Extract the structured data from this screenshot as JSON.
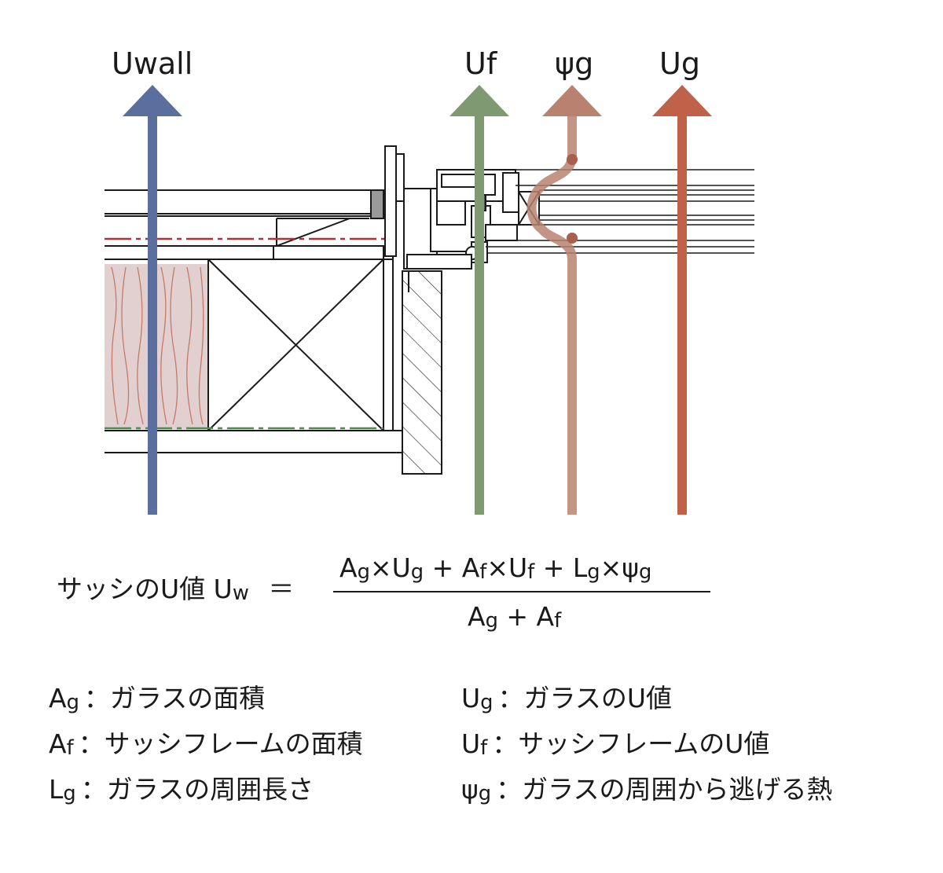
{
  "arrows": [
    {
      "id": "uwall",
      "label": "Uwall",
      "color": "#5b6f9e"
    },
    {
      "id": "uf",
      "label": "Uf",
      "color": "#7f9a72"
    },
    {
      "id": "psig",
      "label": "ψg",
      "color": "#b98270"
    },
    {
      "id": "ug",
      "label": "Ug",
      "color": "#bf6249"
    }
  ],
  "formula": {
    "lhs_text": "サッシのU値 U",
    "lhs_sub": "w",
    "equals": "＝",
    "numerator": [
      {
        "main": "A",
        "sub": "g"
      },
      {
        "main": "×U",
        "sub": "g"
      },
      {
        "main": " + A",
        "sub": "f"
      },
      {
        "main": "×U",
        "sub": "f"
      },
      {
        "main": " + L",
        "sub": "g"
      },
      {
        "main": "×ψ",
        "sub": "g"
      }
    ],
    "denominator": [
      {
        "main": "A",
        "sub": "g"
      },
      {
        "main": " + A",
        "sub": "f"
      }
    ]
  },
  "definitions": [
    {
      "sym": "A",
      "sub": "g",
      "desc": "：ガラスの面積"
    },
    {
      "sym": "A",
      "sub": "f",
      "desc": "：サッシフレームの面積"
    },
    {
      "sym": "L",
      "sub": "g",
      "desc": "：ガラスの周囲長さ"
    },
    {
      "sym": "U",
      "sub": "g",
      "desc": "：ガラスのU値"
    },
    {
      "sym": "U",
      "sub": "f",
      "desc": "：サッシフレームのU値"
    },
    {
      "sym": "ψ",
      "sub": "g",
      "desc": "：ガラスの周囲から逃げる熱"
    }
  ]
}
